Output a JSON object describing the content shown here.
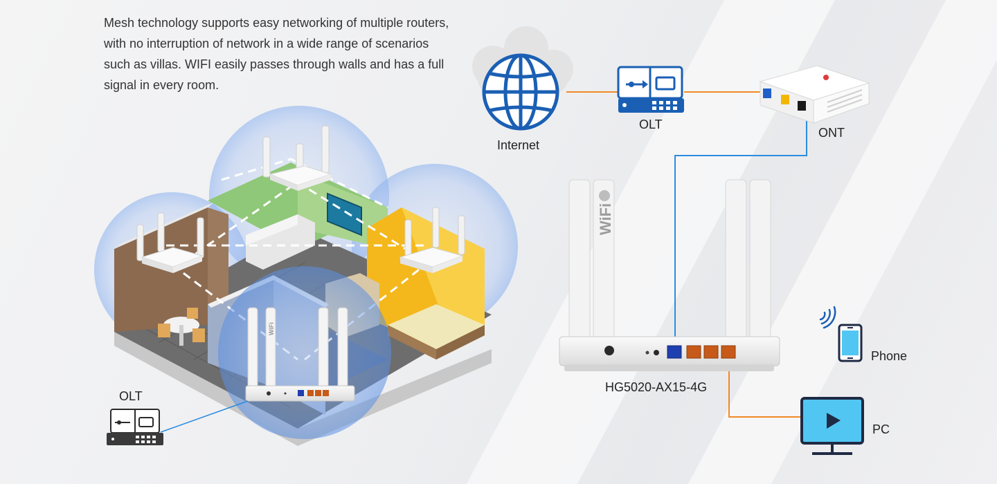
{
  "intro": {
    "text": "Mesh technology supports easy networking of multiple routers, with no interruption of network in a wide range of scenarios such as villas. WIFI easily passes through walls and has a full signal in every room."
  },
  "topology": {
    "internet_label": "Internet",
    "olt_label": "OLT",
    "ont_label": "ONT",
    "router_model": "HG5020-AX15-4G",
    "phone_label": "Phone",
    "pc_label": "PC",
    "router_wifi_text": "WiFi"
  },
  "house": {
    "olt_label": "OLT",
    "router_wifi_text": "WiFi"
  },
  "colors": {
    "accent_blue": "#1a5fb4",
    "fiber_orange": "#f08a24",
    "cable_blue": "#2b8be0",
    "coverage_blue": "#8fb4ef"
  }
}
